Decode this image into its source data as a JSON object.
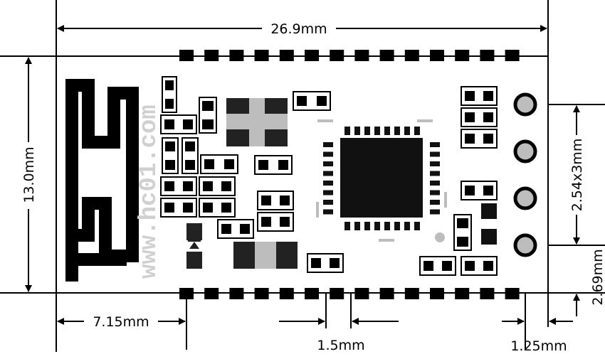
{
  "dimensions": {
    "length": "26.9mm",
    "width": "13.0mm",
    "pin_pitch": "2.54x3mm",
    "edge_offset": "2.69mm",
    "antenna_length": "7.15mm",
    "pad_pitch": "1.5mm",
    "pad_edge": "1.25mm"
  },
  "watermark": "www.hc01.com",
  "colors": {
    "board": "#ffffff",
    "outline": "#000000",
    "pad_fill": "#000000",
    "silk_grey": "#bdbdbd"
  }
}
